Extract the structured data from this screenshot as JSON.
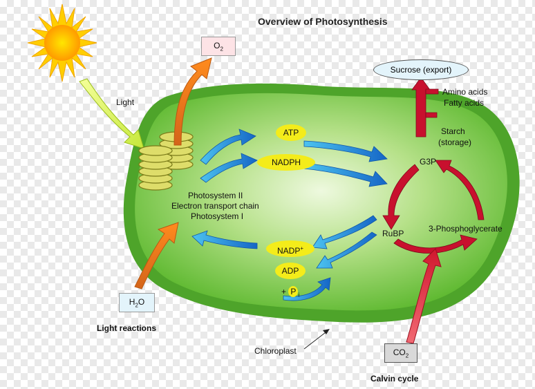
{
  "title": "Overview of Photosynthesis",
  "labels": {
    "light": "Light",
    "o2": "O",
    "o2_sub": "2",
    "h2o_pre": "H",
    "h2o_sub": "2",
    "h2o_post": "O",
    "light_reactions": "Light reactions",
    "calvin_cycle": "Calvin cycle",
    "chloroplast": "Chloroplast",
    "co2_pre": "CO",
    "co2_sub": "2",
    "sucrose": "Sucrose (export)",
    "amino_acids": "Amino acids",
    "fatty_acids": "Fatty acids",
    "starch": "Starch",
    "storage": "(storage)",
    "g3p": "G3P",
    "rubp": "RuBP",
    "phosphoglycerate": "3-Phosphoglycerate",
    "photosystem_ii": "Photosystem II",
    "etc": "Electron transport chain",
    "photosystem_i": "Photosystem I",
    "atp": "ATP",
    "nadph": "NADPH",
    "nadp": "NADP",
    "nadp_sup": "+",
    "adp": "ADP",
    "pi_pre": "+ ",
    "pi": "P",
    "pi_sub": "i"
  },
  "colors": {
    "chloroplast_fill": "#6cc43a",
    "chloroplast_inner": "#c9ec9e",
    "blue_arrow": "#1f78d6",
    "red_arrow": "#c8102e",
    "orange_arrow": "#f47a1f",
    "sun": "#ffd400",
    "pill": "#f4ec1a"
  },
  "icons": [
    "sun-icon",
    "thylakoid-stack-icon"
  ]
}
